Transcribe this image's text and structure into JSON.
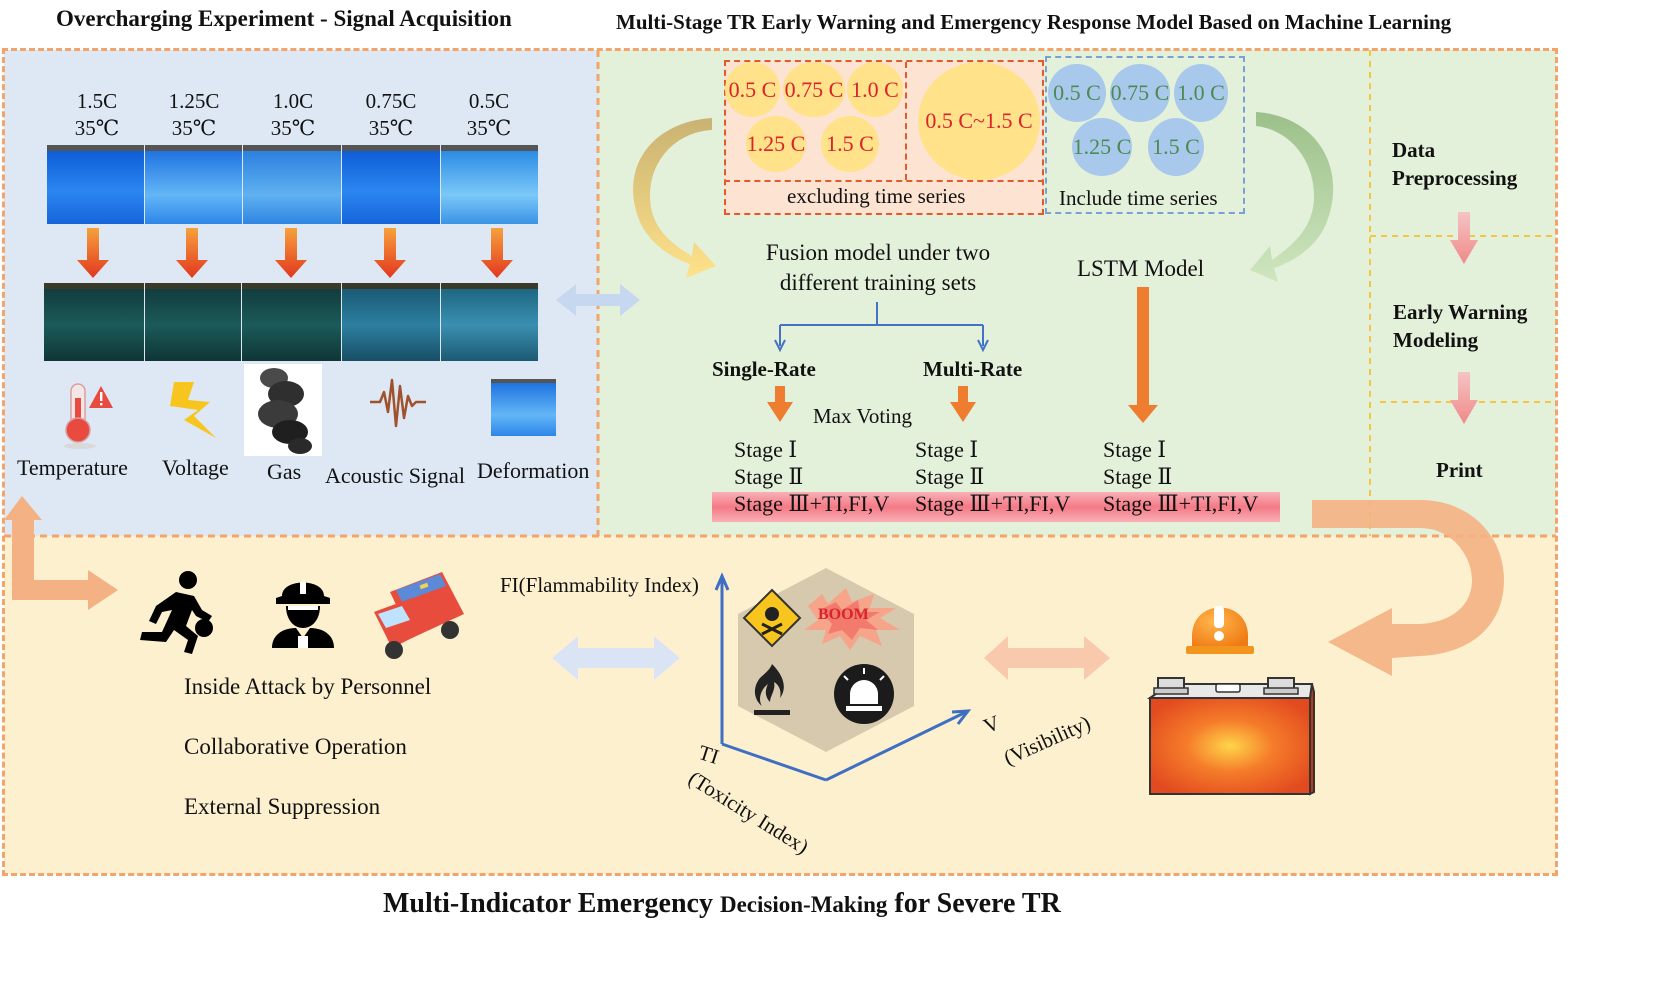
{
  "titles": {
    "left": "Overcharging Experiment - Signal Acquisition",
    "right": "Multi-Stage TR Early Warning and Emergency Response Model Based on Machine Learning",
    "bottom_a": "Multi-Indicator Emergency ",
    "bottom_b": "Decision-Making",
    "bottom_c": " for Severe TR"
  },
  "experiment": {
    "rates": [
      {
        "c": "1.5C",
        "t": "35℃"
      },
      {
        "c": "1.25C",
        "t": "35℃"
      },
      {
        "c": "1.0C",
        "t": "35℃"
      },
      {
        "c": "0.75C",
        "t": "35℃"
      },
      {
        "c": "0.5C",
        "t": "35℃"
      }
    ],
    "signals": [
      "Temperature",
      "Voltage",
      "Gas",
      "Acoustic Signal",
      "Deformation"
    ]
  },
  "training_sets": {
    "excluding": {
      "circles": [
        "0.5 C",
        "0.75 C",
        "1.0 C",
        "1.25 C",
        "1.5 C"
      ],
      "big": "0.5 C~1.5 C",
      "label": "excluding time series"
    },
    "including": {
      "circles": [
        "0.5 C",
        "0.75 C",
        "1.0 C",
        "1.25 C",
        "1.5 C"
      ],
      "label": "Include time series"
    }
  },
  "models": {
    "fusion_line1": "Fusion model under two",
    "fusion_line2": "different training sets",
    "lstm": "LSTM Model",
    "single": "Single-Rate",
    "multi": "Multi-Rate",
    "voting": "Max Voting",
    "stages": [
      "Stage Ⅰ",
      "Stage Ⅱ",
      "Stage Ⅲ+TI,FI,V"
    ]
  },
  "flow": {
    "step1a": "Data",
    "step1b": "Preprocessing",
    "step2a": "Early Warning",
    "step2b": "Modeling",
    "step3": "Print"
  },
  "emergency": {
    "actions": [
      "Inside Attack by Personnel",
      "Collaborative Operation",
      "External Suppression"
    ],
    "fi_axis": "FI(Flammability Index)",
    "ti_axis_a": "TI",
    "ti_axis_b": "(Toxicity Index)",
    "v_axis_a": "V",
    "v_axis_b": "(Visibility)",
    "boom": "BOOM"
  },
  "colors": {
    "panel_blue": "#dde8f4",
    "panel_green": "#e3f0da",
    "panel_yellow": "#fdf0cf",
    "dash_orange": "#f2a46b",
    "stage_red": "#f47a86",
    "axis_blue": "#3e6fc2"
  }
}
